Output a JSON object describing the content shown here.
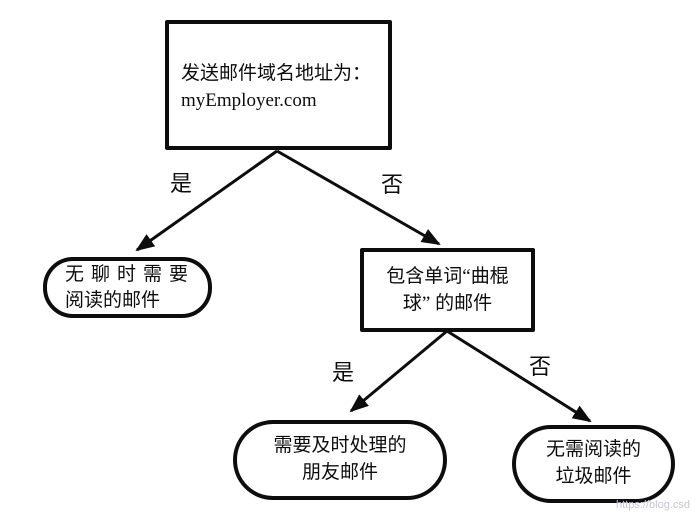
{
  "diagram": {
    "type": "decision-tree-flowchart",
    "background_color": "#ffffff",
    "ink_color": "#0d0d0d",
    "nodes": {
      "root": {
        "shape": "rectangle",
        "lines": [
          "发送邮件域名地址为：",
          "myEmployer.com"
        ]
      },
      "boring": {
        "shape": "rounded-rectangle",
        "lines": [
          "无聊时需要",
          "阅读的邮件"
        ]
      },
      "hockey": {
        "shape": "rectangle",
        "lines": [
          "包含单词“曲棍",
          "球” 的邮件"
        ]
      },
      "friend": {
        "shape": "rounded-rectangle",
        "lines": [
          "需要及时处理的",
          "朋友邮件"
        ]
      },
      "spam": {
        "shape": "rounded-rectangle",
        "lines": [
          "无需阅读的",
          "垃圾邮件"
        ]
      }
    },
    "edge_labels": {
      "root_yes": "是",
      "root_no": "否",
      "hockey_yes": "是",
      "hockey_no": "否"
    },
    "watermark": "https://blog.csd"
  }
}
